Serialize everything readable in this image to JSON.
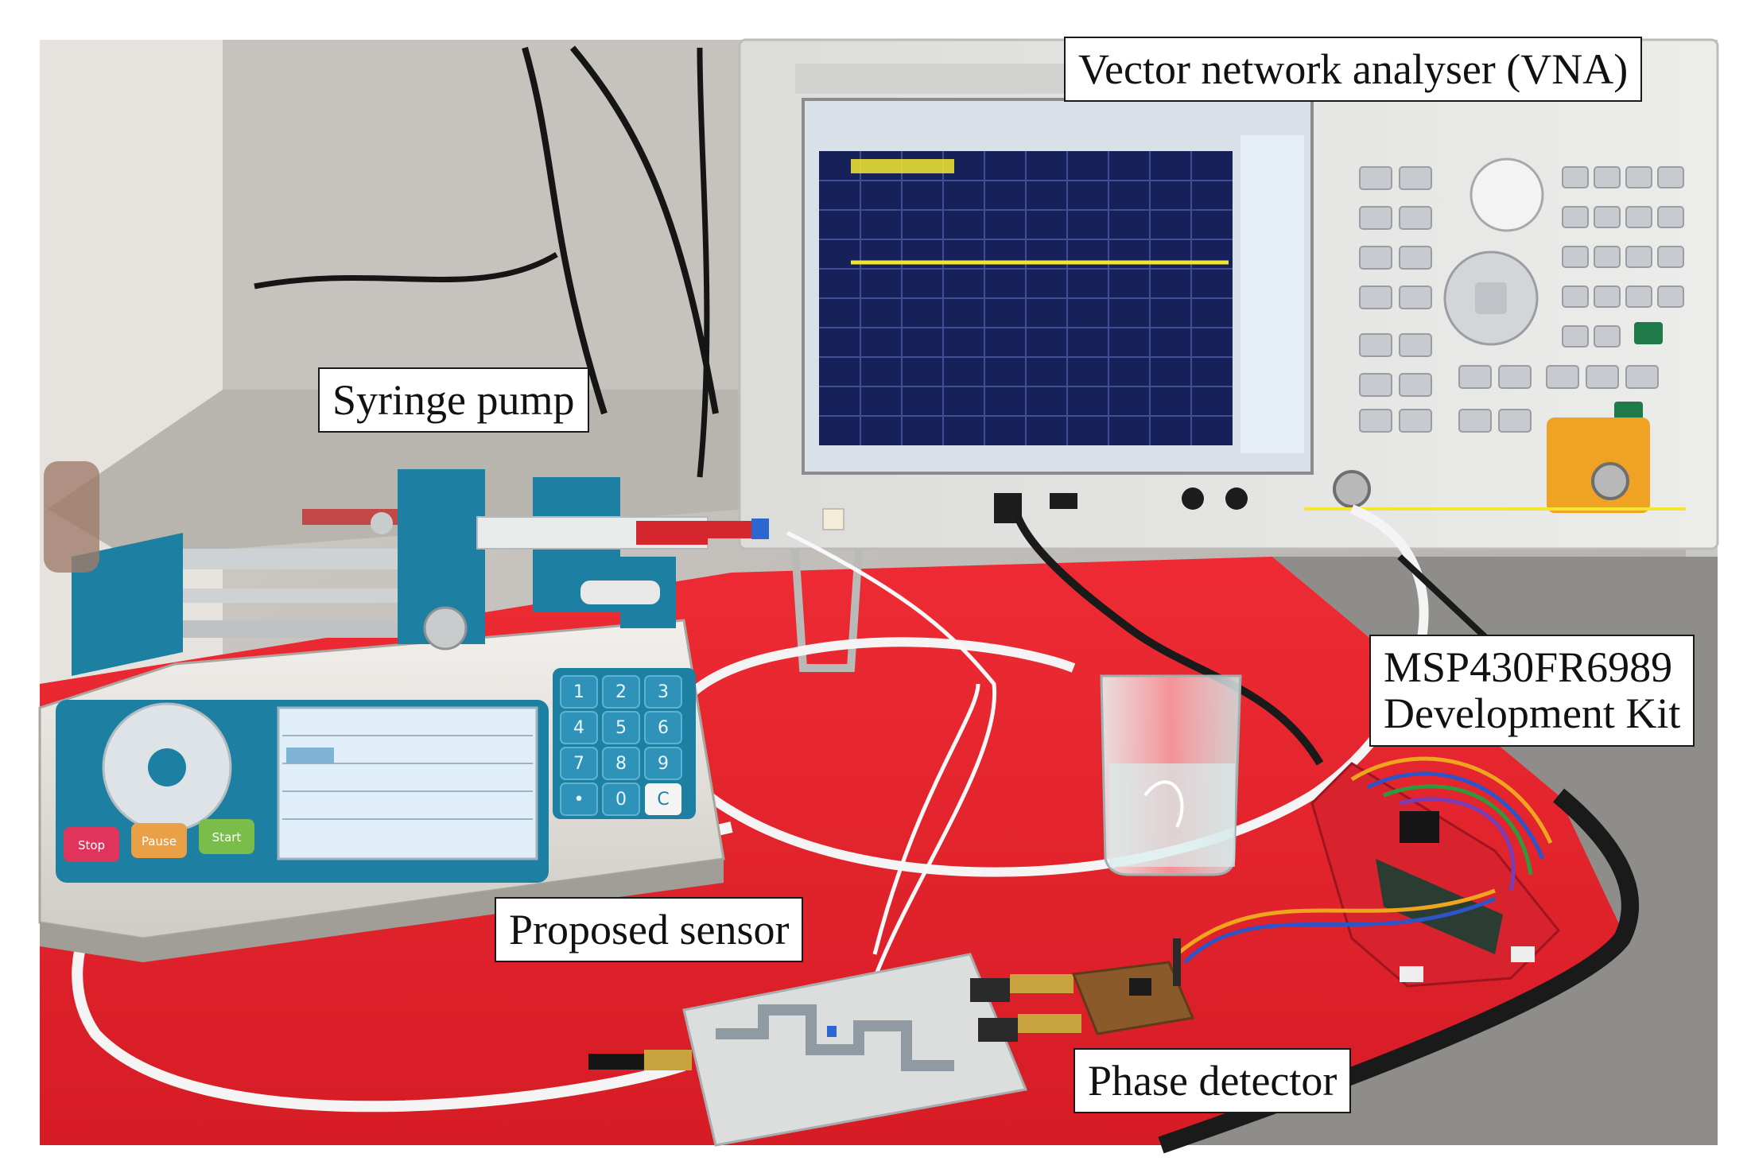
{
  "labels": {
    "vna": "Vector network analyser (VNA)",
    "syringe_pump": "Syringe pump",
    "msp430_line1": "MSP430FR6989",
    "msp430_line2": "Development Kit",
    "proposed_sensor": "Proposed sensor",
    "phase_detector": "Phase detector"
  },
  "pump_keypad": [
    "1",
    "2",
    "3",
    "4",
    "5",
    "6",
    "7",
    "8",
    "9",
    "•",
    "0",
    "C"
  ],
  "pump_buttons": [
    "Stop",
    "Pause",
    "Start"
  ],
  "colors": {
    "table_red": "#e8222c",
    "vna_body": "#e4e4e2",
    "screen_grid": "#1c2a6a",
    "trace_yellow": "#f2e630",
    "pump_teal": "#1d7fa1",
    "dev_kit_red": "#d8232e"
  }
}
